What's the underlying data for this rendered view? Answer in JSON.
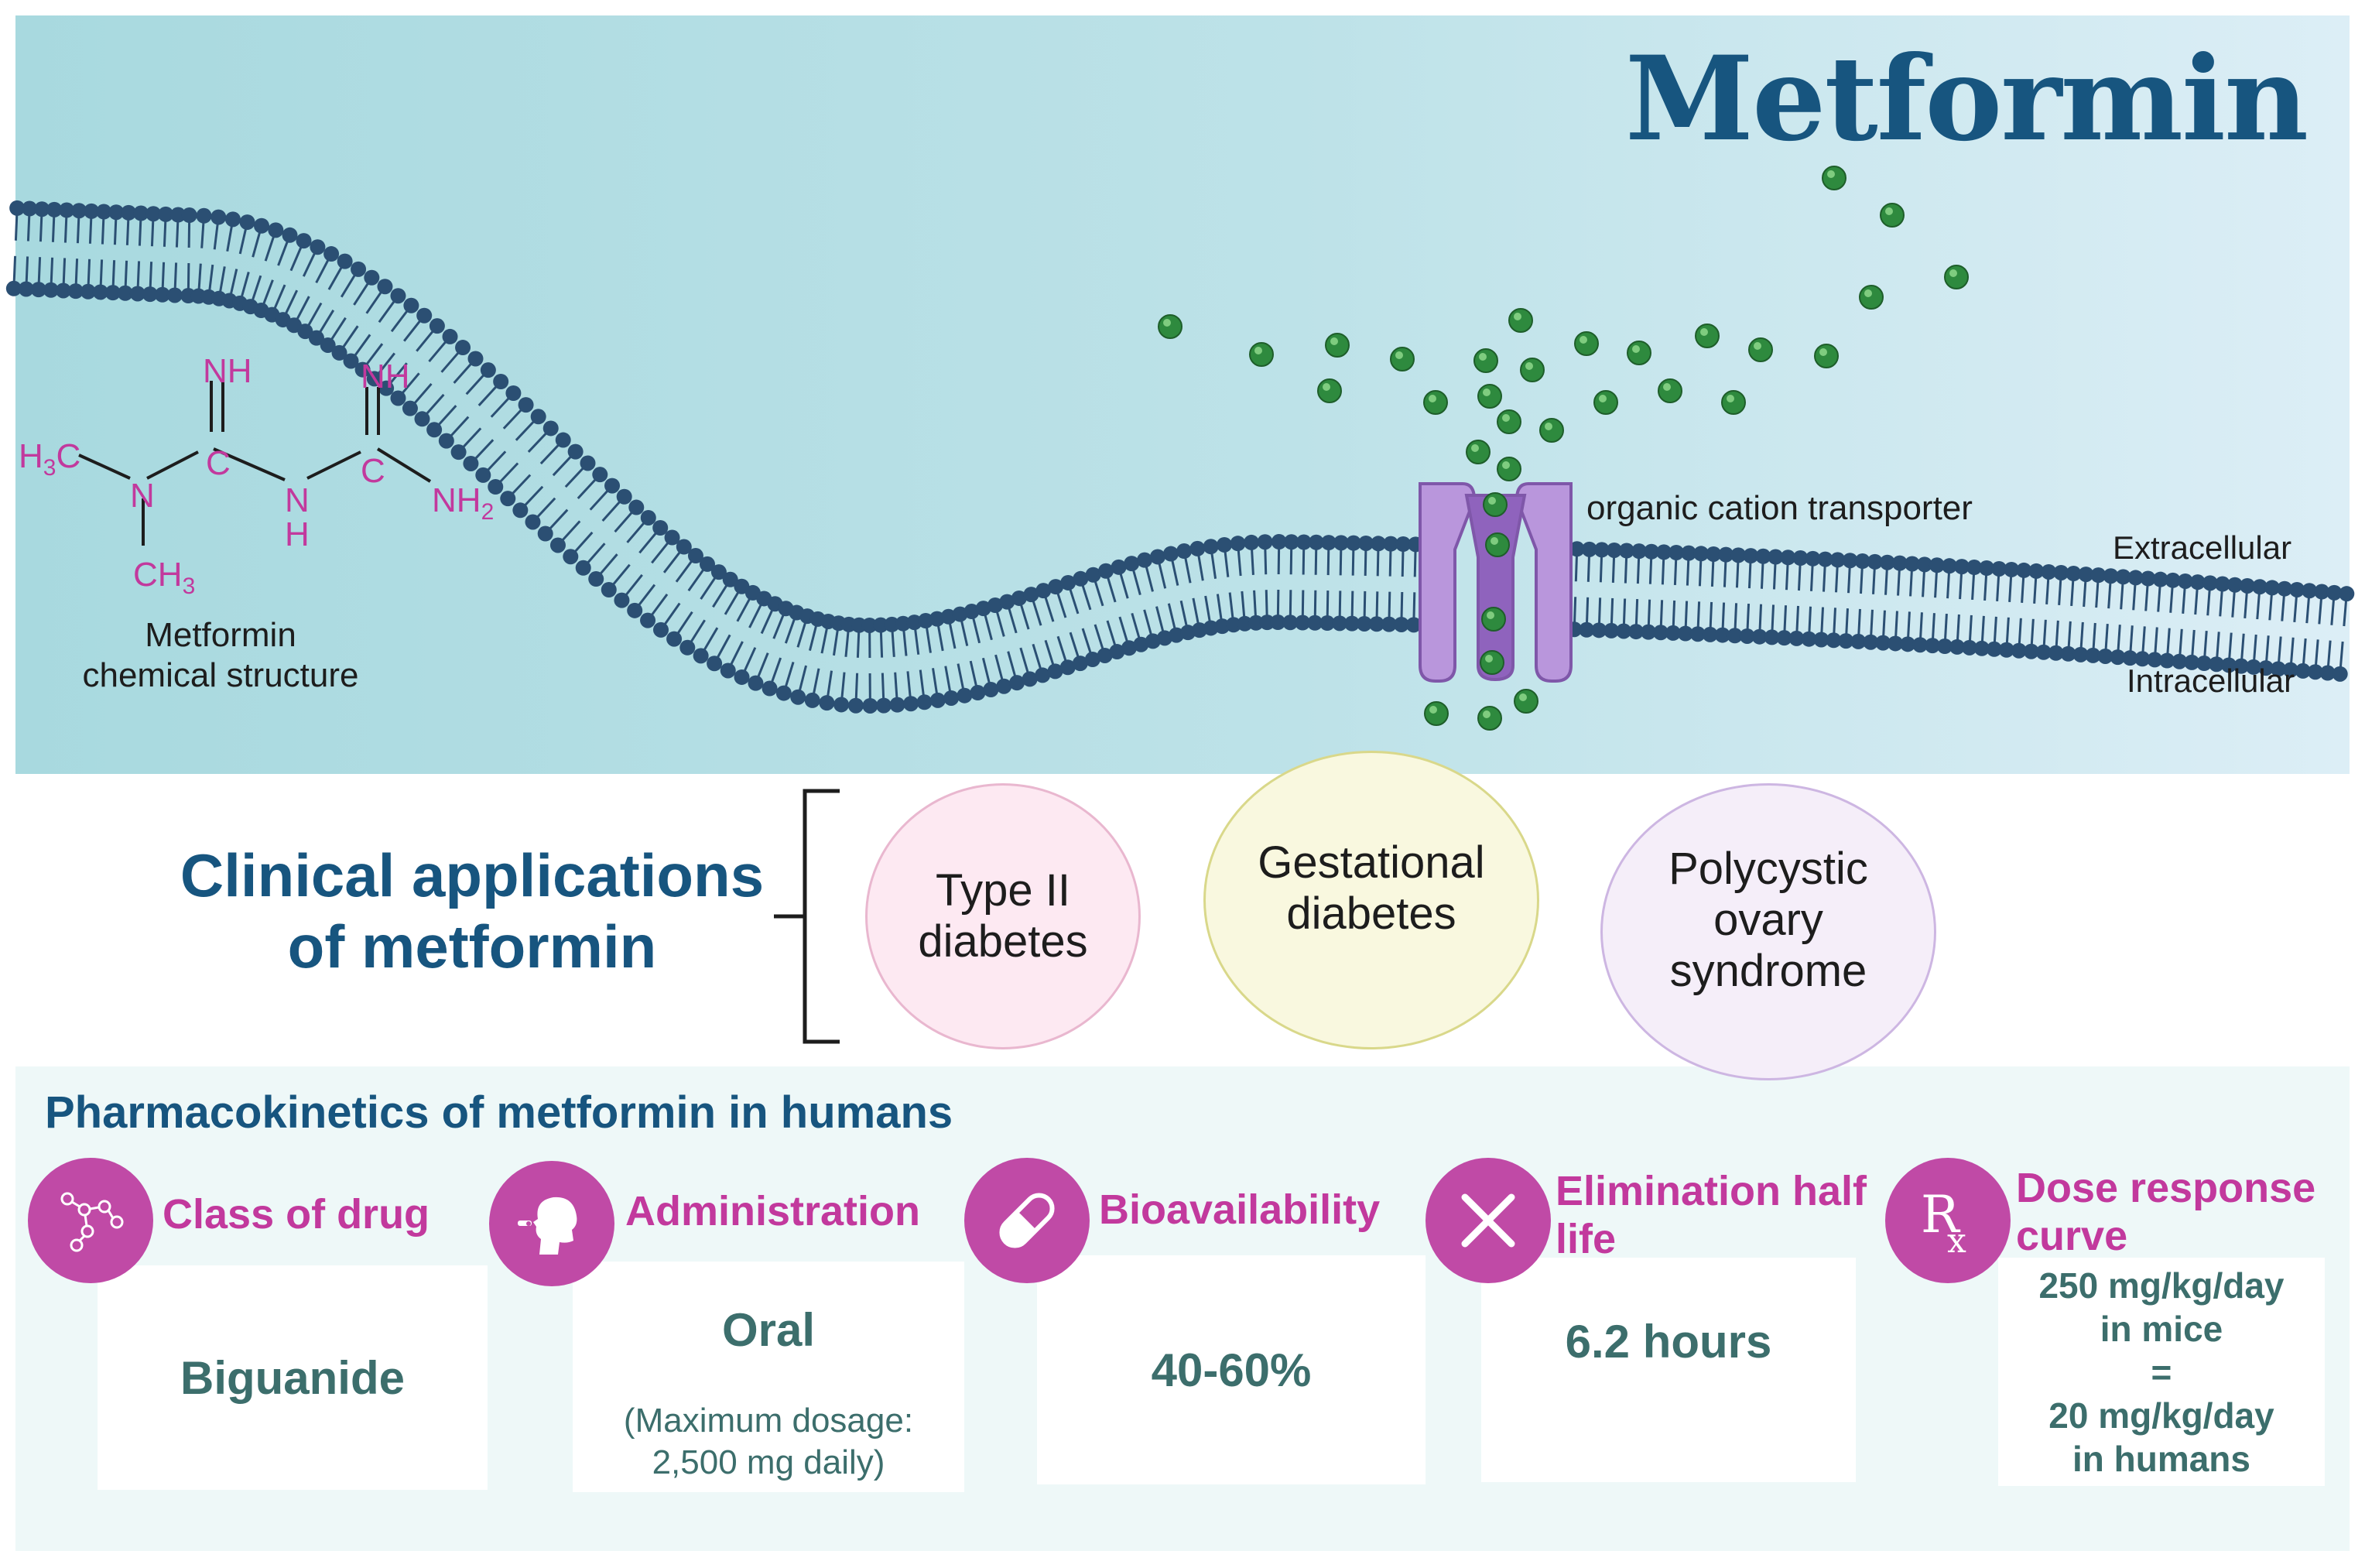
{
  "title": "Metformin",
  "membrane": {
    "transporter_label": "organic cation transporter",
    "extracellular_label": "Extracellular",
    "intracellular_label": "Intracellular"
  },
  "structure": {
    "caption_line1": "Metformin",
    "caption_line2": "chemical structure",
    "atoms": {
      "nh_top_left": "NH",
      "nh_top_right": "NH",
      "h3c": "H3C",
      "n_left": "N",
      "c_left": "C",
      "n_middle": "N",
      "h_middle": "H",
      "c_right": "C",
      "nh2": "NH2",
      "ch3": "CH3"
    }
  },
  "clinical": {
    "heading_line1": "Clinical applications",
    "heading_line2": "of metformin",
    "applications": [
      {
        "line1": "Type II",
        "line2": "diabetes",
        "line3": ""
      },
      {
        "line1": "Gestational",
        "line2": "diabetes",
        "line3": ""
      },
      {
        "line1": "Polycystic",
        "line2": "ovary",
        "line3": "syndrome"
      }
    ]
  },
  "pk": {
    "heading": "Pharmacokinetics of metformin in humans",
    "items": [
      {
        "head1": "Class of drug",
        "head2": "",
        "value": "Biguanide",
        "sub1": "",
        "sub2": "",
        "icon": "molecule-icon"
      },
      {
        "head1": "Administration",
        "head2": "",
        "value": "Oral",
        "sub1": "(Maximum dosage:",
        "sub2": "2,500 mg daily)",
        "icon": "oral-administration-icon"
      },
      {
        "head1": "Bioavailability",
        "head2": "",
        "value": "40-60%",
        "sub1": "",
        "sub2": "",
        "icon": "capsule-icon"
      },
      {
        "head1": "Elimination half",
        "head2": "life",
        "value": "6.2 hours",
        "sub1": "",
        "sub2": "",
        "icon": "cross-icon"
      },
      {
        "head1": "Dose response",
        "head2": "curve",
        "dose_lines": [
          "250 mg/kg/day",
          "in mice",
          "=",
          "20 mg/kg/day",
          "in humans"
        ],
        "icon": "rx-icon"
      }
    ]
  },
  "colors": {
    "title": "#17557f",
    "accent_magenta": "#c2399d",
    "pk_value": "#3c6e6c",
    "membrane": "#2b4f73",
    "transporter": "#a77fce",
    "molecule": "#2e8a3e"
  }
}
